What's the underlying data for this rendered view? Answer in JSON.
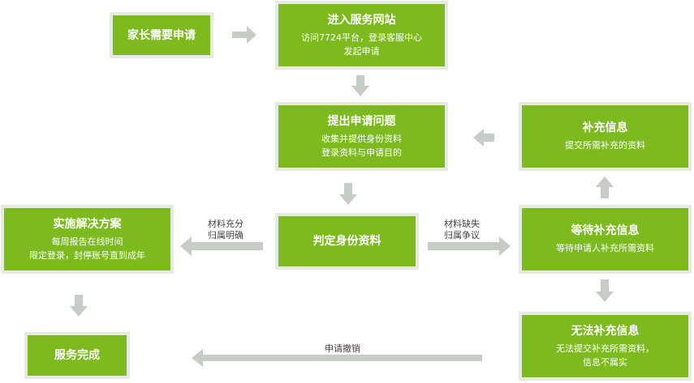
{
  "colors": {
    "box_fill": "#7cba1e",
    "box_border": "#e6eadf",
    "arrow": "#c6ccc6",
    "label_text": "#444444"
  },
  "nodes": {
    "parent_apply": {
      "title": "家长需要申请"
    },
    "enter_site": {
      "title": "进入服务网站",
      "lines": [
        "访问7724平台，登录客服中心",
        "发起申请"
      ]
    },
    "submit_issue": {
      "title": "提出申请问题",
      "lines": [
        "收集并提供身份资料",
        "登录资料与申请目的"
      ]
    },
    "supplement_info": {
      "title": "补充信息",
      "lines": [
        "提交所需补充的资料"
      ]
    },
    "implement_solution": {
      "title": "实施解决方案",
      "lines": [
        "每周报告在线时间",
        "限定登录，封停账号直到成年"
      ]
    },
    "judge_identity": {
      "title": "判定身份资料"
    },
    "wait_supplement": {
      "title": "等待补充信息",
      "lines": [
        "等待申请人补充所需资料"
      ]
    },
    "service_done": {
      "title": "服务完成"
    },
    "cannot_supplement": {
      "title": "无法补充信息",
      "lines": [
        "无法提交补充所需资料，",
        "信息不属实"
      ]
    }
  },
  "edge_labels": {
    "sufficient": [
      "材料充分",
      "归属明确"
    ],
    "missing": [
      "材料缺失",
      "归属争议"
    ],
    "cancel": "申请撤销"
  }
}
